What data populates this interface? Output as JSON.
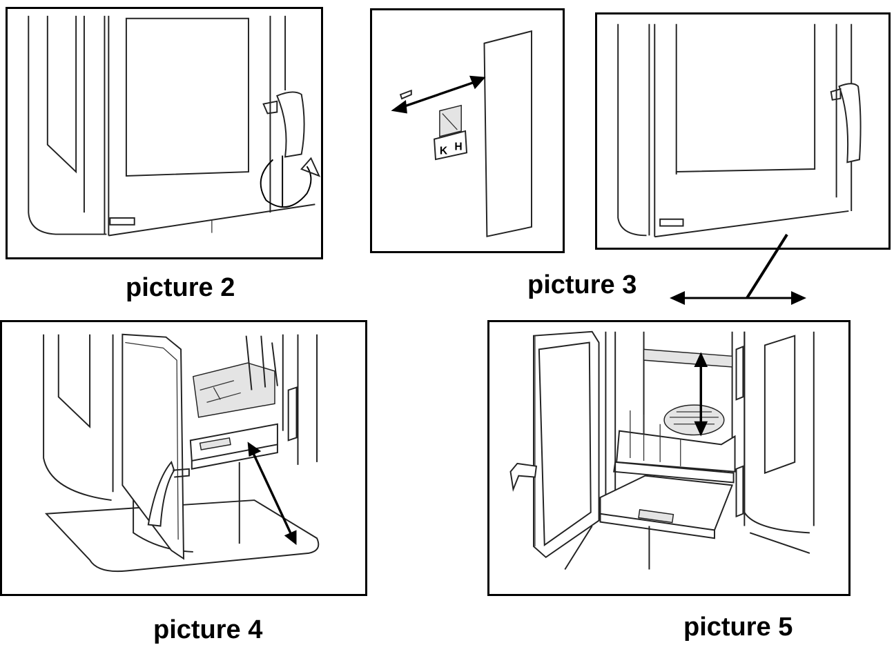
{
  "figures": [
    {
      "id": "picture-2",
      "caption": "picture 2"
    },
    {
      "id": "picture-3",
      "caption": "picture 3"
    },
    {
      "id": "picture-4",
      "caption": "picture 4"
    },
    {
      "id": "picture-5",
      "caption": "picture 5"
    }
  ],
  "decal": {
    "left_letter": "K",
    "right_letter": "H"
  },
  "colors": {
    "line": "#222222",
    "border": "#000000",
    "background": "#ffffff"
  }
}
